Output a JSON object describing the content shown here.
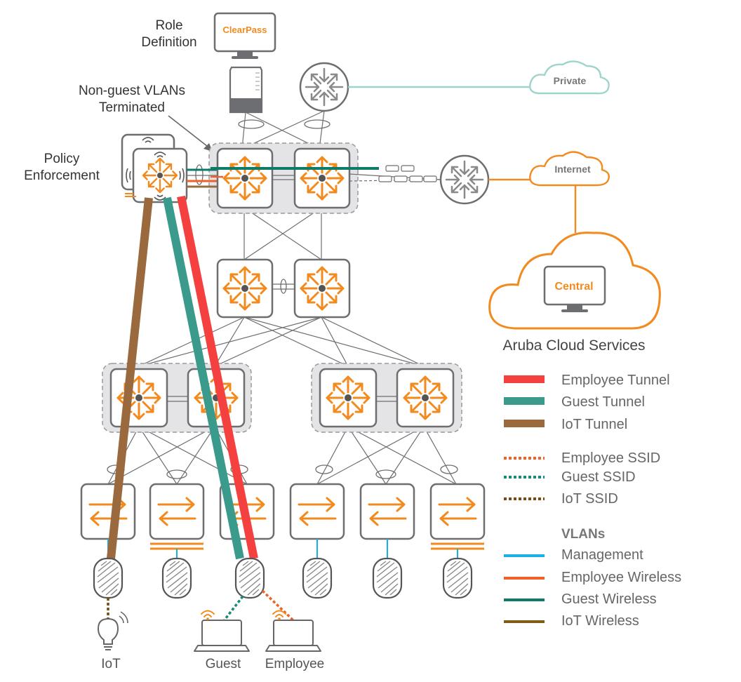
{
  "colors": {
    "orange": "#f28a1e",
    "teal_light": "#9fd4cb",
    "employee_tunnel": "#f4413f",
    "guest_tunnel": "#3a9a8c",
    "iot_tunnel": "#9a6a3e",
    "employee_ssid": "#f0612a",
    "guest_ssid": "#1a8a78",
    "iot_ssid": "#7a4a10",
    "vlan_management": "#1ab0e6",
    "vlan_employee": "#f0612a",
    "vlan_guest": "#0e7a68",
    "vlan_iot": "#7f5c14",
    "device_border": "#6d6e71",
    "group_fill": "#e4e4e6"
  },
  "labels": {
    "role_definition": [
      "Role",
      "Definition"
    ],
    "non_guest_vlans": [
      "Non-guest VLANs",
      "Terminated"
    ],
    "policy_enforcement": [
      "Policy",
      "Enforcement"
    ],
    "clearpass": "ClearPass",
    "private": "Private",
    "internet": "Internet",
    "central": "Central",
    "aruba_cloud_services": "Aruba Cloud Services"
  },
  "clients": {
    "iot": "IoT",
    "guest": "Guest",
    "employee": "Employee"
  },
  "legend": {
    "tunnels": [
      {
        "label": "Employee Tunnel",
        "color": "#f4413f"
      },
      {
        "label": "Guest Tunnel",
        "color": "#3a9a8c"
      },
      {
        "label": "IoT Tunnel",
        "color": "#9a6a3e"
      }
    ],
    "ssids": [
      {
        "label": "Employee SSID",
        "color": "#f0612a"
      },
      {
        "label": "Guest SSID",
        "color": "#1a8a78"
      },
      {
        "label": "IoT SSID",
        "color": "#7a4a10"
      }
    ],
    "vlans_heading": "VLANs",
    "vlans": [
      {
        "label": "Management",
        "color": "#1ab0e6"
      },
      {
        "label": "Employee Wireless",
        "color": "#f0612a"
      },
      {
        "label": "Guest Wireless",
        "color": "#0e7a68"
      },
      {
        "label": "IoT Wireless",
        "color": "#7f5c14"
      }
    ]
  }
}
